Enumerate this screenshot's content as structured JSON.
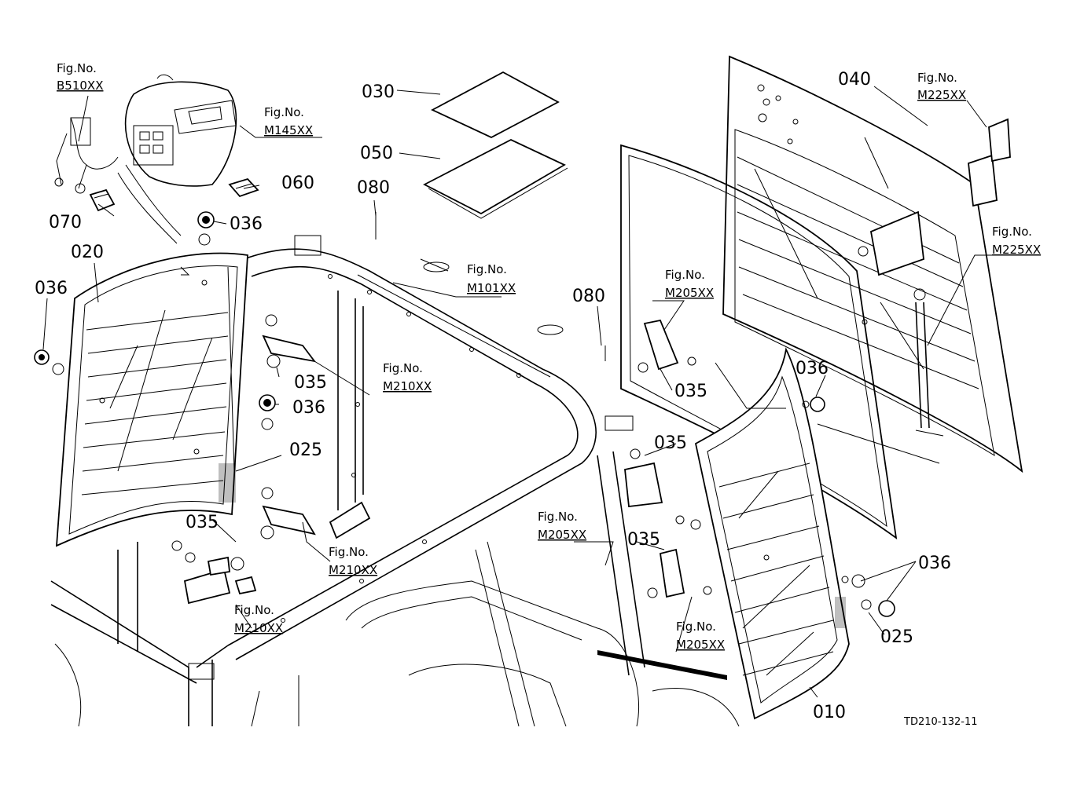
{
  "parts": {
    "p010": "010",
    "p020": "020",
    "p025a": "025",
    "p025b": "025",
    "p030": "030",
    "p035a": "035",
    "p035b": "035",
    "p035c": "035",
    "p035d": "035",
    "p035e": "035",
    "p036a": "036",
    "p036b": "036",
    "p036c": "036",
    "p036d": "036",
    "p036e": "036",
    "p040": "040",
    "p050": "050",
    "p060": "060",
    "p070": "070",
    "p080a": "080",
    "p080b": "080"
  },
  "figrefs": {
    "label": "Fig.No.",
    "b510": "B510XX",
    "m145": "M145XX",
    "m225a": "M225XX",
    "m225b": "M225XX",
    "m101": "M101XX",
    "m205a": "M205XX",
    "m205b": "M205XX",
    "m205c": "M205XX",
    "m210a": "M210XX",
    "m210b": "M210XX",
    "m210c": "M210XX"
  },
  "drawing_id": "TD210-132-11"
}
